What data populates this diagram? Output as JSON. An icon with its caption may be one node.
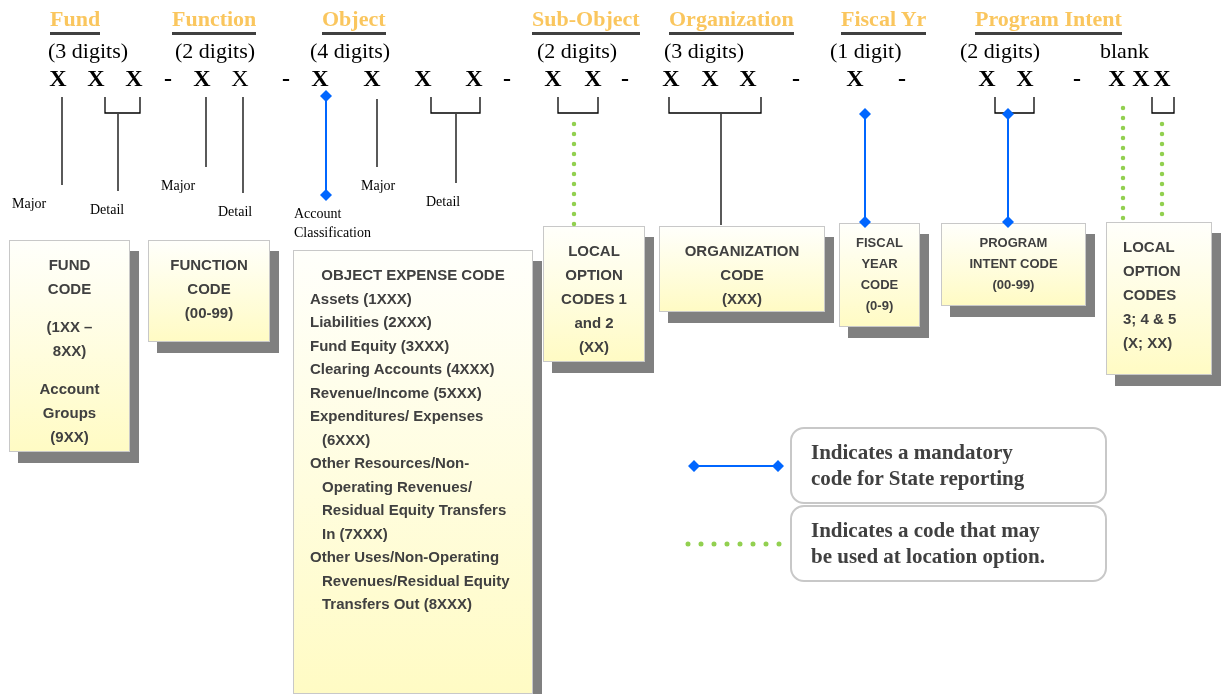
{
  "diagram": {
    "nodes": [
      {
        "text": [
          "Major"
        ]
      },
      {
        "text": [
          "Detail"
        ]
      },
      {
        "text": [
          "Major"
        ]
      },
      {
        "text": [
          "Detail"
        ]
      },
      {
        "text": [
          "Account Classification"
        ]
      },
      {
        "text": [
          "Major"
        ]
      },
      {
        "text": [
          "Detail"
        ]
      },
      {
        "text": [
          "FUND CODE",
          "(1XX – 8XX)",
          "Account Groups (9XX)"
        ]
      },
      {
        "text": [
          "FUNCTION CODE",
          "(00-99)"
        ]
      },
      {
        "text": [
          "OBJECT EXPENSE CODE",
          "Assets (1XXX)",
          "Liabilities (2XXX)",
          "Fund Equity (3XXX)",
          "Clearing Accounts (4XXX)",
          "Revenue/Income (5XXX)",
          "Expenditures/ Expenses (6XXX)",
          "Other Resources/Non-Operating Revenues/ Residual Equity Transfers In (7XXX)",
          "Other Uses/Non-Operating Revenues/Residual Equity Transfers Out (8XXX)"
        ]
      },
      {
        "text": [
          "LOCAL OPTION CODES 1 and 2",
          "(XX)"
        ]
      },
      {
        "text": [
          "ORGANIZATION CODE",
          "(XXX)"
        ]
      },
      {
        "text": [
          "FISCAL YEAR CODE",
          "(0-9)"
        ]
      },
      {
        "text": [
          "PROGRAM INTENT CODE",
          "(00-99)"
        ]
      },
      {
        "text": [
          "LOCAL OPTION CODES 3; 4 & 5",
          "(X; XX)"
        ]
      },
      {
        "text": [
          "X"
        ]
      },
      {
        "text": [],
        "shape": "bracket"
      },
      {
        "text": [],
        "shape": "bracket"
      },
      {
        "text": [],
        "shape": "bracket"
      },
      {
        "text": [],
        "shape": "bracket"
      },
      {
        "text": [],
        "shape": "bracket"
      },
      {
        "text": [],
        "shape": "bracket"
      }
    ],
    "edges": [
      {
        "from": null,
        "to": 0,
        "arrow": "none"
      },
      {
        "from": 16,
        "to": 1,
        "arrow": "none"
      },
      {
        "from": null,
        "to": 2,
        "arrow": "none"
      },
      {
        "from": null,
        "to": 3,
        "arrow": "none"
      },
      {
        "from": 15,
        "to": 4,
        "arrow": "other",
        "color": "#0066ff"
      },
      {
        "from": null,
        "to": 5,
        "arrow": "none"
      },
      {
        "from": 17,
        "to": 6,
        "arrow": "none"
      },
      {
        "from": 18,
        "to": 10,
        "arrow": "none",
        "style": "dashed",
        "color": "#92d050"
      },
      {
        "from": 19,
        "to": 11,
        "arrow": "none"
      },
      {
        "from": null,
        "to": 12,
        "arrow": "other",
        "color": "#0066ff"
      },
      {
        "from": 20,
        "to": 13,
        "arrow": "other",
        "color": "#0066ff"
      },
      {
        "from": null,
        "to": 14,
        "arrow": "none",
        "style": "dashed",
        "color": "#92d050"
      },
      {
        "from": 21,
        "to": 14,
        "arrow": "none",
        "style": "dashed",
        "color": "#92d050"
      }
    ],
    "labels": [
      "Fund",
      "Function",
      "Object",
      "Sub-Object",
      "Organization",
      "Fiscal Yr",
      "Program Intent",
      "(3 digits)",
      "(2 digits)",
      "(4 digits)",
      "(2 digits)",
      "(3 digits)",
      "(1 digit)",
      "(2 digits)",
      "blank",
      "X",
      "X",
      "X",
      "-",
      "X",
      "X",
      "-",
      "X",
      "X",
      "X",
      "-",
      "X",
      "X",
      "-",
      "X",
      "X",
      "X",
      "-",
      "X",
      "-",
      "X",
      "X",
      "-",
      "X",
      "X",
      "X"
    ],
    "legend": [
      {
        "text": "Indicates a mandatory code for State reporting"
      },
      {
        "text": "Indicates a code that may be used at location option."
      }
    ]
  }
}
